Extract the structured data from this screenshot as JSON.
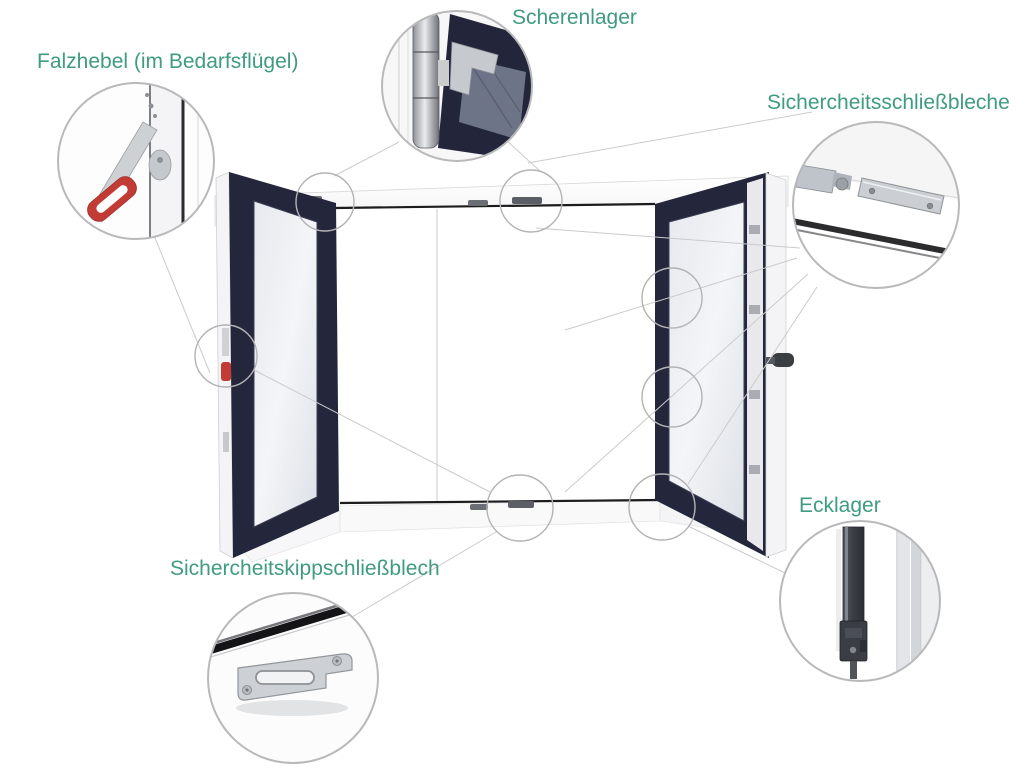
{
  "theme": {
    "label_color": "#3F9B81",
    "line_color": "#cbcbcd",
    "marker_color": "#b3b3b6",
    "callout_border_color": "#b9b9bb",
    "sash_color": "#24263b",
    "accent_red": "#c23b34"
  },
  "diagram": {
    "type": "window-hardware-callout-diagram",
    "labels": {
      "falzhebel": "Falzhebel (im Bedarfsflügel)",
      "scherenlager": "Scherenlager",
      "schliessbleche": "Sichercheitsschließbleche",
      "ecklager": "Ecklager",
      "kippschliessblech": "Sichercheitskippschließblech"
    }
  }
}
